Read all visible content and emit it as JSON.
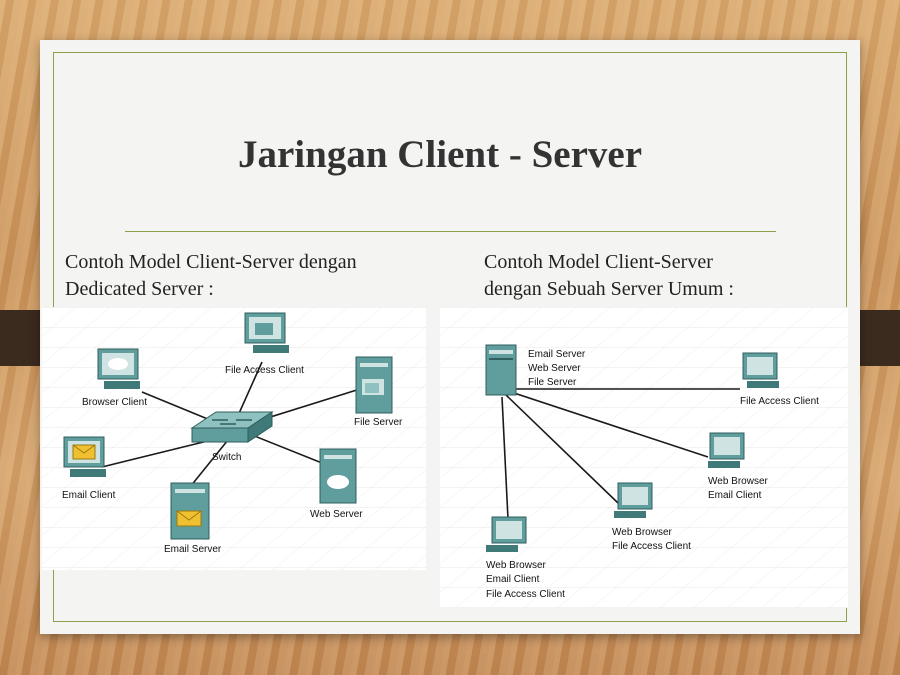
{
  "slide": {
    "title": "Jaringan Client - Server",
    "left_caption": [
      "Contoh Model Client-Server dengan",
      "Dedicated Server :"
    ],
    "right_caption": [
      "Contoh Model Client-Server",
      "dengan Sebuah Server Umum :"
    ]
  },
  "dedicated_diagram": {
    "labels": {
      "file_access_client": "File Access Client",
      "browser_client": "Browser Client",
      "file_server": "File Server",
      "switch": "Switch",
      "email_client": "Email Client",
      "web_server": "Web Server",
      "email_server": "Email Server"
    }
  },
  "shared_diagram": {
    "server_labels": [
      "Email Server",
      "Web Server",
      "File Server"
    ],
    "client_top_right": [
      "File Access Client"
    ],
    "client_mid_right": [
      "Web Browser",
      "Email Client"
    ],
    "client_center": [
      "Web Browser",
      "File Access Client"
    ],
    "client_bottom_left": [
      "Web Browser",
      "Email Client",
      "File Access Client"
    ]
  },
  "colors": {
    "device_teal": "#5f9e9c",
    "device_dark": "#2f5f5e",
    "screen": "#cfe3e3",
    "accent_rule": "#8aa04a",
    "email_envelope": "#f0c030"
  }
}
